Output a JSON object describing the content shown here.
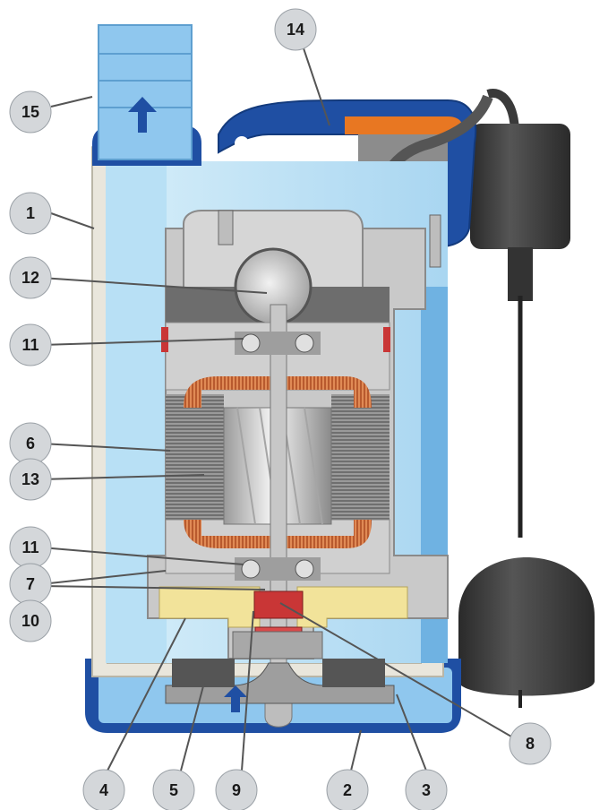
{
  "diagram": {
    "callouts": [
      {
        "id": "c1",
        "number": "1"
      },
      {
        "id": "c2",
        "number": "2"
      },
      {
        "id": "c3",
        "number": "3"
      },
      {
        "id": "c4",
        "number": "4"
      },
      {
        "id": "c5",
        "number": "5"
      },
      {
        "id": "c6",
        "number": "6"
      },
      {
        "id": "c7",
        "number": "7"
      },
      {
        "id": "c8",
        "number": "8"
      },
      {
        "id": "c9",
        "number": "9"
      },
      {
        "id": "c10",
        "number": "10"
      },
      {
        "id": "c11a",
        "number": "11"
      },
      {
        "id": "c11b",
        "number": "11"
      },
      {
        "id": "c12",
        "number": "12"
      },
      {
        "id": "c13",
        "number": "13"
      },
      {
        "id": "c14",
        "number": "14"
      },
      {
        "id": "c15",
        "number": "15"
      }
    ],
    "colors": {
      "base_blue": "#1f4fa3",
      "water": "#bfe3f5",
      "outlet": "#8fc7ee",
      "housing": "#c9c9c9",
      "copper": "#c96a3b",
      "stator": "#6f6f6f",
      "oil": "#f2e39a",
      "float": "#3d3d3d",
      "cable_cover": "#e87722",
      "terminal": "#1d7a3a",
      "callout_fill": "#d4d7da"
    }
  }
}
